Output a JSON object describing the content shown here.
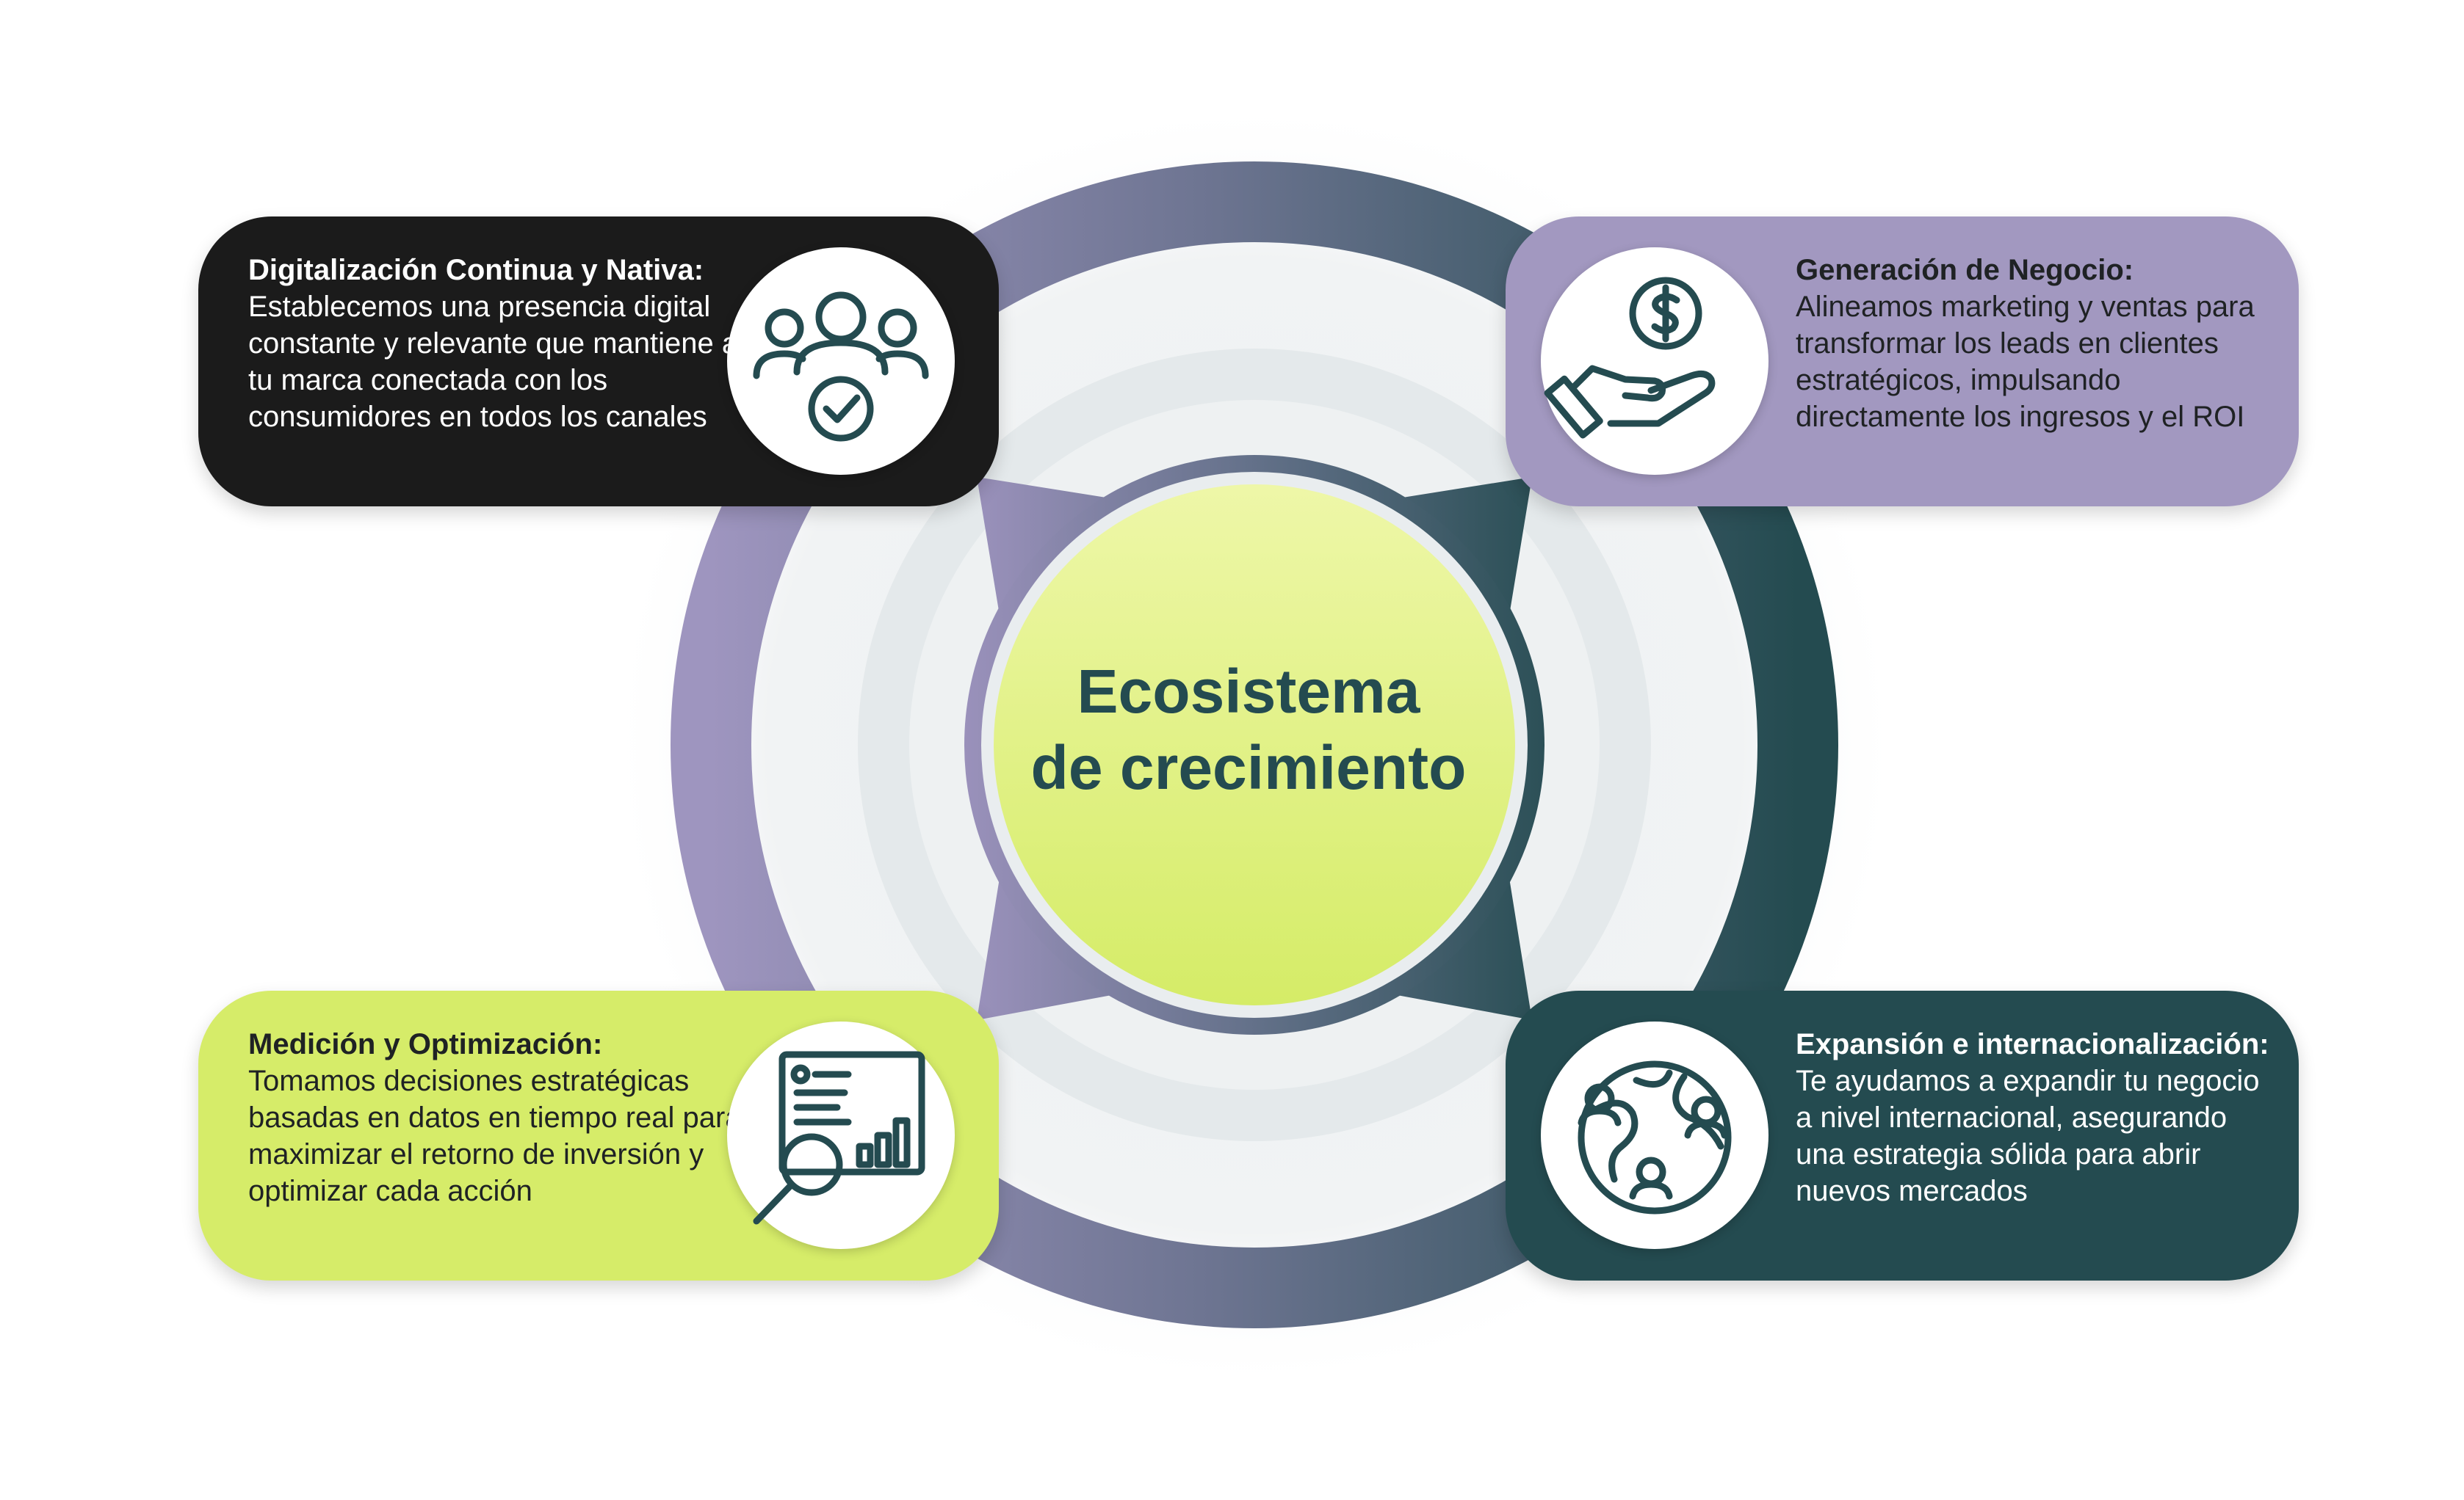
{
  "center": {
    "title_line1": "Ecosistema",
    "title_line2": "de crecimiento"
  },
  "cards": {
    "top_left": {
      "title": "Digitalización Continua y Nativa:",
      "body": "Establecemos una presencia digital constante y relevante que mantiene a tu marca conectada con los consumidores en todos los canales",
      "icon": "users-check-icon"
    },
    "top_right": {
      "title": "Generación de Negocio:",
      "body": "Alineamos marketing y ventas para transformar los leads en clientes estratégicos, impulsando directamente los ingresos y el ROI",
      "icon": "hand-dollar-icon"
    },
    "bottom_left": {
      "title": "Medición y Optimización:",
      "body": "Tomamos decisiones estratégicas basadas en datos en tiempo real para maximizar el retorno de inversión y optimizar cada acción",
      "icon": "report-magnifier-icon"
    },
    "bottom_right": {
      "title": "Expansión e internacionalización:",
      "body": "Te ayudamos a expandir tu negocio a nivel internacional, asegurando una estrategia sólida para abrir nuevos mercados",
      "icon": "globe-people-icon"
    }
  },
  "colors": {
    "dark": "#1b1b1b",
    "lavender": "#a298c0",
    "lime": "#d6ec69",
    "teal": "#244b50"
  }
}
